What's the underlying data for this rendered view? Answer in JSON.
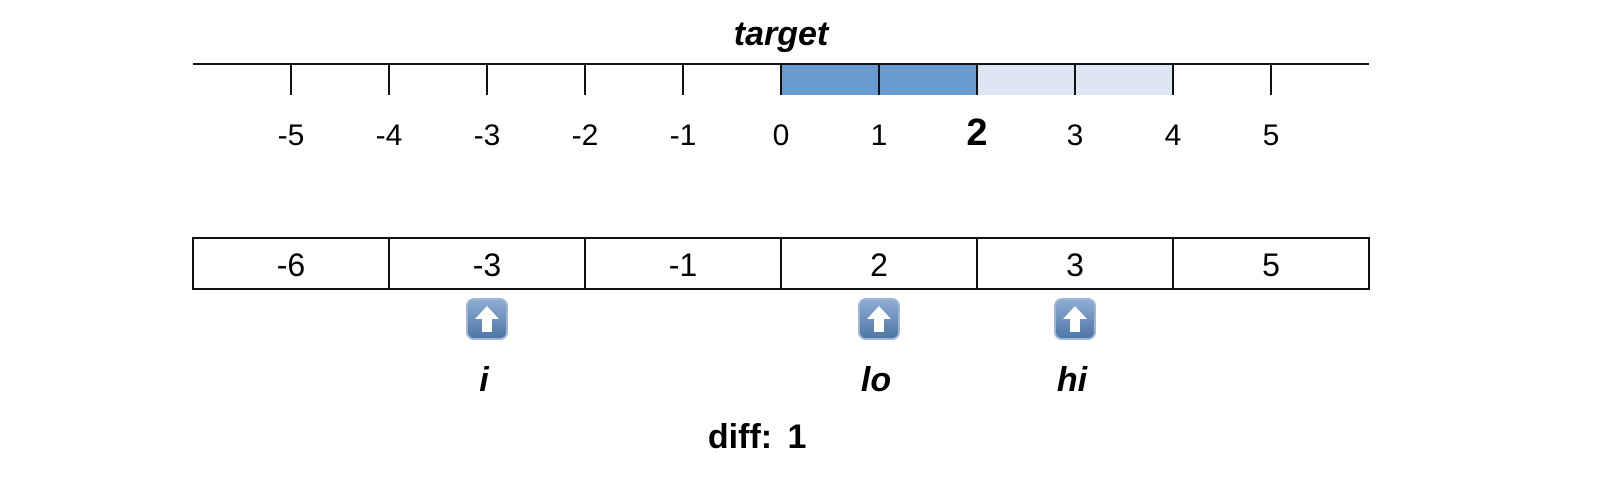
{
  "number_line": {
    "title": "target",
    "ticks": [
      -5,
      -4,
      -3,
      -2,
      -1,
      0,
      1,
      2,
      3,
      4,
      5
    ],
    "highlight_tick": 2,
    "bands": [
      {
        "from": 0,
        "to": 2,
        "color": "#6a9bd0",
        "label": "dark"
      },
      {
        "from": 2,
        "to": 4,
        "color": "#dde7f3",
        "label": "light"
      }
    ]
  },
  "array": {
    "values": [
      "-6",
      "-3",
      "-1",
      "2",
      "3",
      "5"
    ]
  },
  "pointers": [
    {
      "name": "i",
      "index": 1,
      "icon": "up-arrow-icon"
    },
    {
      "name": "lo",
      "index": 3,
      "icon": "up-arrow-icon"
    },
    {
      "name": "hi",
      "index": 4,
      "icon": "up-arrow-icon"
    }
  ],
  "diff": {
    "label": "diff:",
    "value": "1"
  },
  "colors": {
    "arrow_button": "#5f85b3",
    "arrow_button_border": "#9fb6d4",
    "arrow": "#ffffff",
    "line": "#111111"
  }
}
